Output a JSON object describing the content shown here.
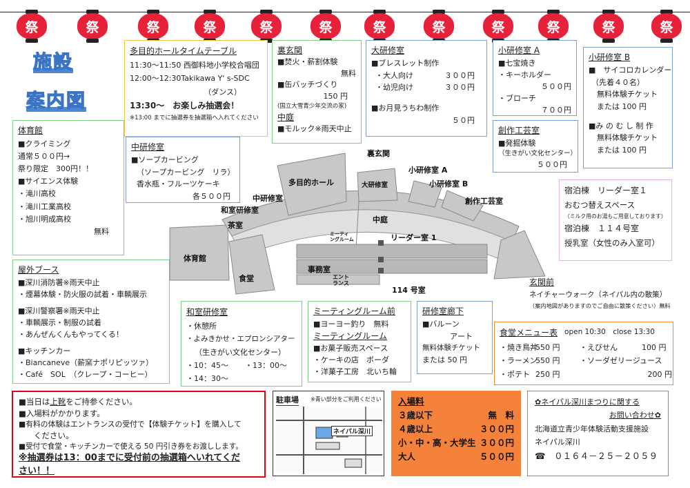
{
  "lanterns": {
    "char": "祭",
    "count": 12
  },
  "titles": {
    "facility": "施設",
    "guide": "案内図"
  },
  "timetable": {
    "title": "多目的ホールタイムテーブル",
    "line1": "11:30～11:50 西御料地小学校合唱団",
    "line2": "12:00～12:30Takikawa Y' s-SDC",
    "line3": "（ダンス）",
    "line4": "13:30～　お楽しみ抽選会！",
    "line5": "※13:00 までに抽選券を抽選箱へ入れてください"
  },
  "genkan_ura": {
    "title": "裏玄関",
    "l1": "■焚火・薪割体験",
    "l1b": "無料",
    "l2": "■缶バッチづくり",
    "l2b": "150 円",
    "l3": "(国立大雪青少年交流の家)",
    "sub": "中庭",
    "l4": "■モルック※雨天中止"
  },
  "dai": {
    "title": "大研修室",
    "l1": "■ブレスレット制作",
    "l2": "・大人向け",
    "l2p": "３００円",
    "l3": "・幼児向け",
    "l3p": "３００円",
    "l4": "■お月見うちわ制作",
    "l4p": "５０円"
  },
  "shoA": {
    "title": "小研修室 A",
    "l1": "■七宝焼き",
    "l2": "・キーホルダー",
    "l2p": "５００円",
    "l3": "・ブローチ",
    "l3p": "７００円"
  },
  "shoB": {
    "title": "小研修室 B",
    "l1": "■　サイコロカレンダー",
    "l2": "（先着４０名）",
    "l3": "無料体験チケット",
    "l4": "または 100 円",
    "l5": "■み の む し 制 作",
    "l6": "無料体験チケット",
    "l7": "または 100 円"
  },
  "sosaku": {
    "title": "創作工芸室",
    "l1": "■発掘体験",
    "l2": "（生きがい文化センター）",
    "l3": "５００円"
  },
  "taiiku": {
    "title": "体育館",
    "l1": "■クライミング",
    "l2": "通常５００円→",
    "l3": "祭り限定　300円！！",
    "l4": "■サイエンス体験",
    "l5": "・滝川高校",
    "l6": "・滝川工業高校",
    "l7": "・旭川明成高校",
    "l8": "無料"
  },
  "chu": {
    "title": "中研修室",
    "l1": "■ソープカービング",
    "l2": "（ソープカービング　リラ）",
    "l3": "香水瓶・フルーツケーキ",
    "l4": "各５００円"
  },
  "shukuhaku": {
    "t1": "宿泊棟　リーダー室１",
    "l1": "おむつ替えスペース",
    "l2": "（ミルク用のお湯もご用意しております）",
    "t2": "宿泊棟　１１４号室",
    "l3": "授乳室（女性のみ入室可）"
  },
  "genkan": {
    "title": "玄関前",
    "l1": "ネイチャーウォーク（ネイパル内の散策）",
    "l2": "（案内地図がありますのでご自由に散策ください）",
    "l2b": "無料"
  },
  "menu": {
    "title": "食堂メニュー表",
    "hours": "open 10:30　close 13:30",
    "items": [
      {
        "name": "・焼き鳥丼",
        "price": "550 円"
      },
      {
        "name": "・えびせん",
        "price": "100 円"
      },
      {
        "name": "・ラーメン",
        "price": "550 円"
      },
      {
        "name": "・ソーダゼリージュース",
        "price": ""
      },
      {
        "name": "・ポテト",
        "price": "250 円"
      },
      {
        "name": "",
        "price": "200 円"
      }
    ]
  },
  "okugai": {
    "title": "屋外ブース",
    "l1": "■深川消防署※雨天中止",
    "l2": "・煙幕体験・防火服の試着・車輌展示",
    "l3": "■深川警察署※雨天中止",
    "l4": "・車輌展示・制服の試着",
    "l5": "・あんぜんくんもやってくる！",
    "l6": "■キッチンカー",
    "l7": "・Biancaneve（薪窯ナポリピッツァ）",
    "l8": "・Café　SOL　（クレープ・コーヒー）"
  },
  "washitsu": {
    "title": "和室研修室",
    "l1": "・休憩所",
    "l2": "・よみきかせ・エプロンシアター",
    "l3": "（生きがい文化センター）",
    "l4": "・10：45～",
    "l5": "・13：00～",
    "l6": "・14：30～"
  },
  "meeting": {
    "title": "ミーティングルーム前",
    "l1": "■ヨーヨー釣り　無料",
    "t2": "ミーティングルーム",
    "l2": "■お菓子販売スペース",
    "l3": "・ケーキの店　ボーダ",
    "l4": "・洋菓子工房　北いち輪"
  },
  "roka": {
    "title": "研修室廊下",
    "l1": "■バルーン",
    "l2": "アート",
    "l3": "無料体験チケット",
    "l4": "または 50 円"
  },
  "map": {
    "l_taiiku": "体育館",
    "l_tamokuteki": "多目的ホール",
    "l_chu": "中研修室",
    "l_washitsu": "和室研修室",
    "l_cha": "茶室",
    "l_shokudo": "食堂",
    "l_jimu": "事務室",
    "l_entrance": "エント\nランス",
    "l_meeting": "ミーティ\nングルーム",
    "l_uragenkan": "裏玄関",
    "l_dai": "大研修室",
    "l_shoA": "小研修室 A",
    "l_shoB": "小研修室 B",
    "l_sosaku": "創作工芸室",
    "l_nakaniwa": "中庭",
    "l_leader": "リーダー室 1",
    "l_114": "114 号室"
  },
  "notice": {
    "l1a": "■当日は",
    "l1u": "上靴",
    "l1b": "をご持参ください。",
    "l2": "■入場料がかかります。",
    "l3": "■有料の体験はエントランスの受付で【体験チケット】を購入して",
    "l3b": "ください。",
    "l4": "■受付で食堂・キッチンカーで使える 50 円引き券をお渡しします。",
    "l5": "※抽選券は13：00までに受付前の抽選箱へいれてくだ",
    "l5b": "さい！！"
  },
  "parking": {
    "title": "駐車場",
    "note": "※青い部分をご利用ください",
    "place": "ネイパル深川"
  },
  "fee": {
    "title": "入場料",
    "rows": [
      {
        "label": "３歳以下",
        "price": "無　料"
      },
      {
        "label": "４歳以上",
        "price": "３００円"
      },
      {
        "label": "小・中・高・大学生",
        "price": "３００円"
      },
      {
        "label": "大人",
        "price": "５００円"
      }
    ]
  },
  "contact": {
    "l1": "✿ネイパル深川まつりに関する",
    "l2": "お問い合わせ✿",
    "l3": "北海道立青少年体験活動支援施設",
    "l4": "ネイパル深川",
    "tel_icon": "phone-icon",
    "tel": "０１６４－２５－２０５９"
  },
  "colors": {
    "lantern": "#e8213a",
    "title": "#3b74c4",
    "fee": "#f4823a",
    "alert": "#e60012"
  }
}
